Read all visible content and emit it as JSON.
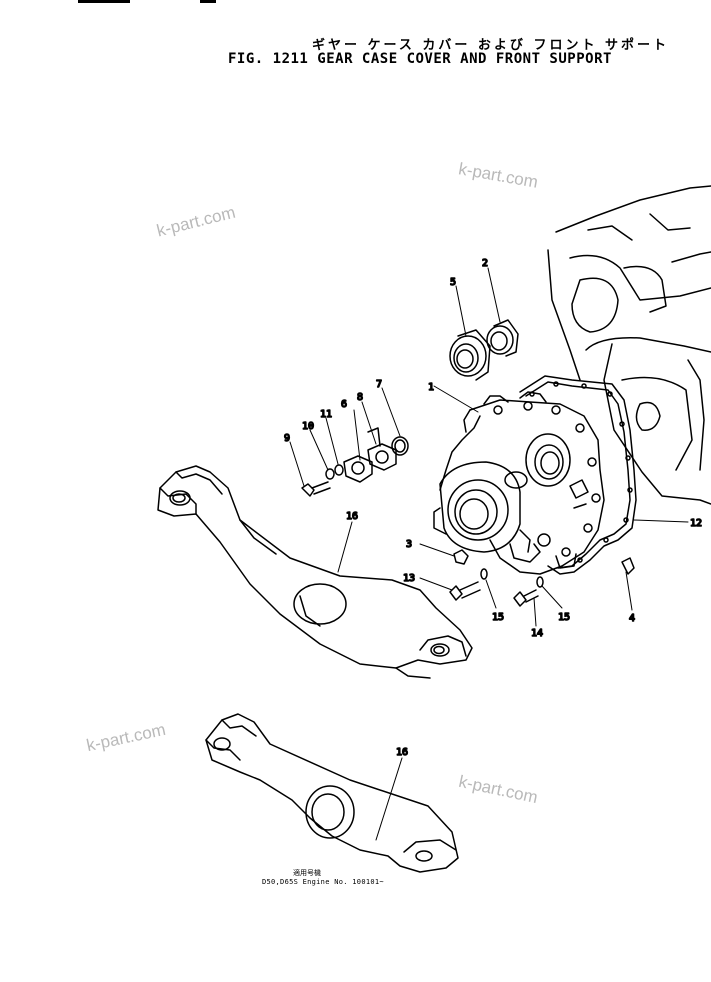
{
  "header": {
    "title_jp": "ギヤー ケース カバー および フロント サポート",
    "title_en": "FIG. 1211  GEAR CASE COVER AND FRONT SUPPORT"
  },
  "watermarks": [
    "k-part.com",
    "k-part.com",
    "k-part.com",
    "k-part.com"
  ],
  "callouts": {
    "c1": "1",
    "c2": "2",
    "c3": "3",
    "c4": "4",
    "c5": "5",
    "c6": "6",
    "c7": "7",
    "c8": "8",
    "c9": "9",
    "c10": "10",
    "c11": "11",
    "c12": "12",
    "c13": "13",
    "c14": "14",
    "c15a": "15",
    "c15b": "15",
    "c16a": "16",
    "c16b": "16"
  },
  "caption": {
    "line1": "適用号機",
    "line2": "D50,D65S  Engine  No.  100101~"
  }
}
